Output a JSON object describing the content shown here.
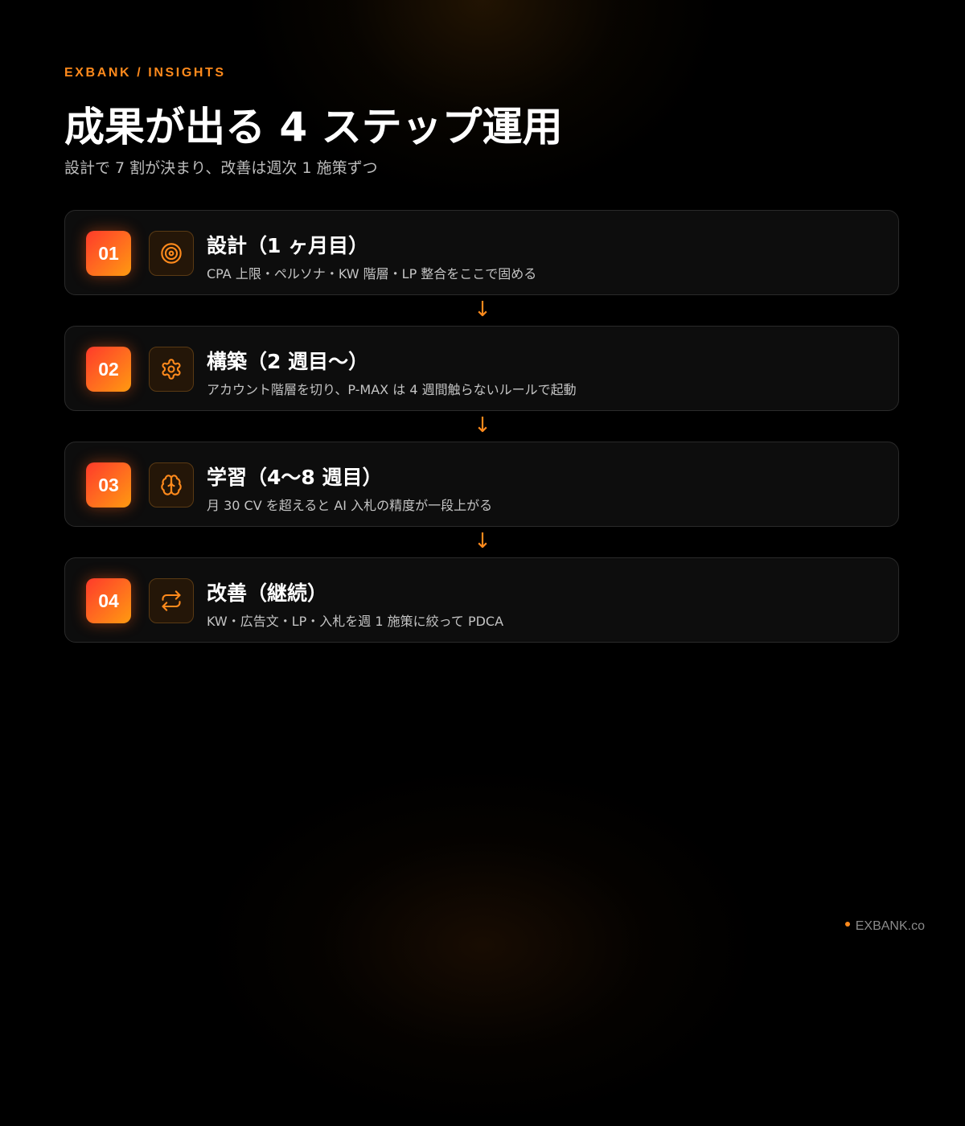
{
  "header": {
    "eyebrow": "EXBANK / INSIGHTS",
    "title": "成果が出る 4 ステップ運用",
    "subtitle": "設計で 7 割が決まり、改善は週次 1 施策ずつ"
  },
  "steps": [
    {
      "number": "01",
      "icon": "target-icon",
      "title": "設計（1 ヶ月目）",
      "description": "CPA 上限・ペルソナ・KW 階層・LP 整合をここで固める"
    },
    {
      "number": "02",
      "icon": "gear-icon",
      "title": "構築（2 週目〜）",
      "description": "アカウント階層を切り、P-MAX は 4 週間触らないルールで起動"
    },
    {
      "number": "03",
      "icon": "brain-icon",
      "title": "学習（4〜8 週目）",
      "description": "月 30 CV を超えると AI 入札の精度が一段上がる"
    },
    {
      "number": "04",
      "icon": "repeat-icon",
      "title": "改善（継続）",
      "description": "KW・広告文・LP・入札を週 1 施策に絞って PDCA"
    }
  ],
  "arrow_glyph": "↓",
  "footer": {
    "brand": "EXBANK.co"
  },
  "colors": {
    "accent": "#ff8a1c",
    "background": "#000000",
    "card": "#0d0d0d"
  }
}
